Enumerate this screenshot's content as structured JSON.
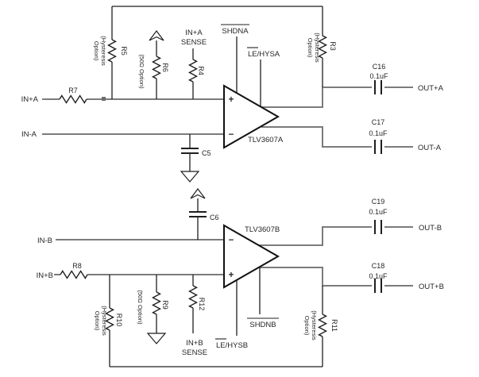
{
  "colors": {
    "net_wire": "#7b7b7b",
    "symbol_line": "#1f1f1f",
    "text": "#262626",
    "background": "#ffffff"
  },
  "schematic": {
    "channel_a": {
      "comparator_label": "TLV3607A",
      "plus": "+",
      "minus": "−",
      "input_p": "IN+A",
      "input_n": "IN-A",
      "r7": "R7",
      "r5": "R5",
      "r6": "R6",
      "r4": "R4",
      "r3": "R3",
      "r5_option": [
        "(Hysteresis",
        "Option)"
      ],
      "r3_option": [
        "(Hysteresis",
        "Option)"
      ],
      "r6_option": "(50Ω Option)",
      "sense": [
        "IN+A",
        "SENSE"
      ],
      "shdn": "SHDNA",
      "le_hys": "LE/HYSA",
      "c5": "C5",
      "c16": "C16",
      "c16_value": "0.1uF",
      "c17": "C17",
      "c17_value": "0.1uF",
      "out_p": "OUT+A",
      "out_n": "OUT-A"
    },
    "channel_b": {
      "comparator_label": "TLV3607B",
      "plus": "+",
      "minus": "−",
      "input_p": "IN+B",
      "input_n": "IN-B",
      "r8": "R8",
      "r10": "R10",
      "r9": "R9",
      "r12": "R12",
      "r11": "R11",
      "r10_option": [
        "(Hysteresis",
        "Option)"
      ],
      "r11_option": [
        "(Hysteresis",
        "Option)"
      ],
      "r9_option": "(50Ω Option)",
      "sense": [
        "IN+B",
        "SENSE"
      ],
      "shdn": "SHDNB",
      "le_hys": "LE/HYSB",
      "c6": "C6",
      "c19": "C19",
      "c19_value": "0.1uF",
      "c18": "C18",
      "c18_value": "0.1uF",
      "out_p": "OUT+B",
      "out_n": "OUT-B"
    }
  }
}
